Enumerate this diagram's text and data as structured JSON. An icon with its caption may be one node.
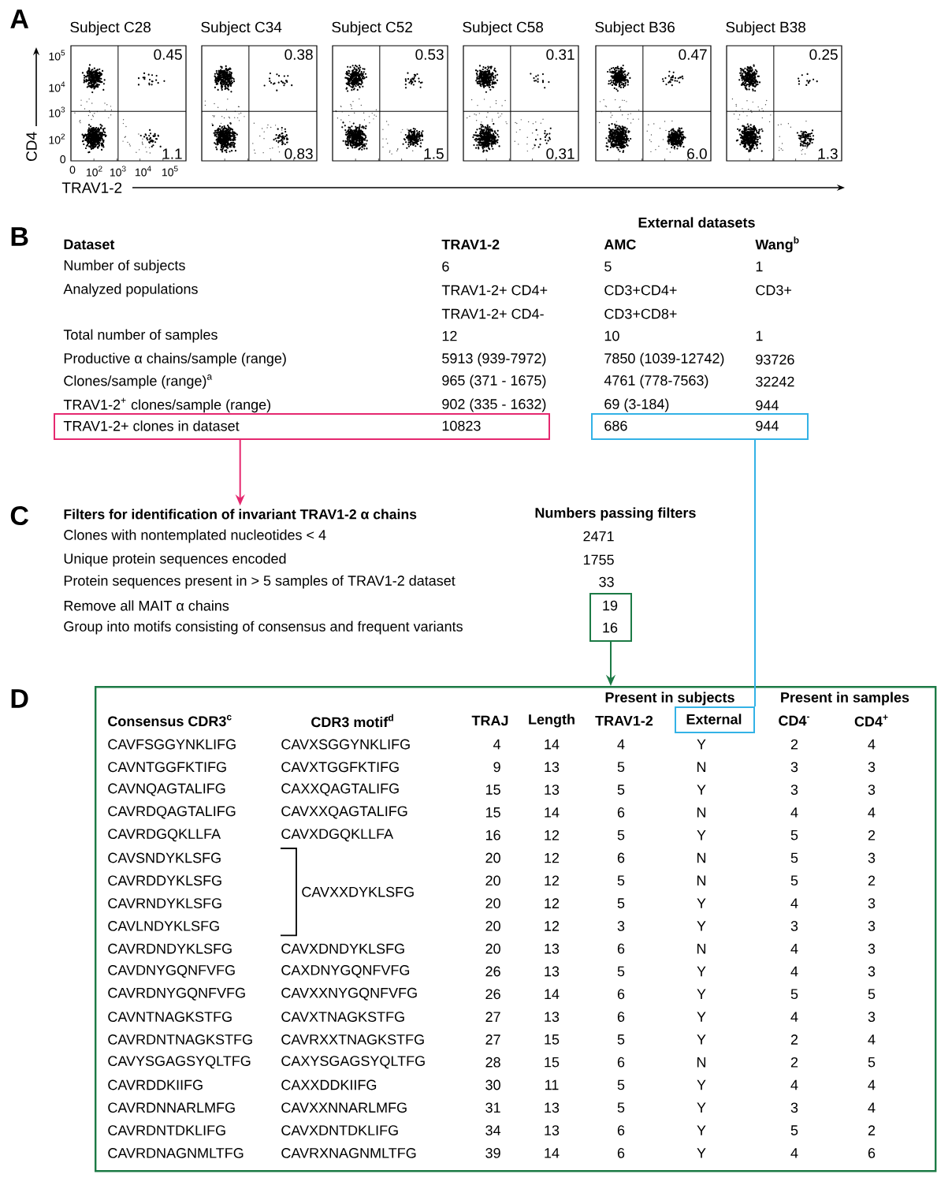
{
  "diagram": {
    "nodes": [
      {
        "text": [
          "TRAV1-2+ clones in dataset",
          "10823"
        ]
      },
      {
        "text": [
          "686",
          "944"
        ]
      },
      {
        "text": [
          "Filters for identification of invariant TRAV1-2 α chains"
        ]
      },
      {
        "text": [
          "19",
          "16"
        ]
      },
      {
        "text": [],
        "shape": "box"
      },
      {
        "text": [
          "External"
        ],
        "in": 4
      }
    ],
    "edges": [
      {
        "from": 0,
        "to": 2,
        "arrow": "to",
        "color": "#e5286f"
      },
      {
        "from": 1,
        "to": 5,
        "arrow": "none",
        "color": "#33b2e6"
      },
      {
        "from": 3,
        "to": 4,
        "arrow": "to",
        "color": "#1c7a45"
      }
    ],
    "labels": [
      "A",
      "Subject C28",
      "Subject C34",
      "Subject C52",
      "Subject C58",
      "Subject B36",
      "Subject B38",
      "0.45",
      "1.1",
      "0.38",
      "0.83",
      "0.53",
      "1.5",
      "0.31",
      "0.31",
      "0.47",
      "6.0",
      "0.25",
      "1.3",
      "10$^{5}$",
      "10$^{4}$",
      "10$^{3}$",
      "10$^{2}$",
      "0",
      "0",
      "10$^{2}$",
      "10$^{3}$",
      "10$^{4}$",
      "10$^{5}$",
      "CD4",
      "TRAV1-2",
      "B",
      "External datasets",
      "Dataset",
      "TRAV1-2",
      "AMC",
      "Wang$^{b}$",
      "Number of subjects",
      "6",
      "5",
      "1",
      "Analyzed populations",
      "TRAV1-2+ CD4+",
      "CD3+CD4+",
      "CD3+",
      "TRAV1-2+ CD4-",
      "CD3+CD8+",
      "Total number of samples",
      "12",
      "10",
      "1",
      "Productive α chains/sample (range)",
      "5913 (939-7972)",
      "7850 (1039-12742)",
      "93726",
      "Clones/sample (range)$^{a}$",
      "965 (371 - 1675)",
      "4761 (778-7563)",
      "32242",
      "TRAV1-2$^{+}$ clones/sample (range)",
      "902 (335 - 1632)",
      "69 (3-184)",
      "944",
      "C",
      "Numbers passing filters",
      "Clones with nontemplated nucleotides < 4",
      "2471",
      "Unique protein sequences encoded",
      "1755",
      "Protein sequences present in > 5 samples of TRAV1-2 dataset",
      "33",
      "Remove all MAIT α chains",
      "Group into motifs consisting of consensus and frequent variants",
      "D",
      "Present in subjects",
      "Present in samples",
      "Consensus CDR3$^{c}$",
      "CDR3 motif$^{d}$",
      "TRAJ",
      "Length",
      "TRAV1-2",
      "CD4$^{-}$",
      "CD4$^{+}$",
      "CAVFSGGYNKLIFG",
      "CAVXSGGYNKLIFG",
      "4",
      "14",
      "4",
      "Y",
      "2",
      "4",
      "CAVNTGGFKTIFG",
      "CAVXTGGFKTIFG",
      "9",
      "13",
      "5",
      "N",
      "3",
      "3",
      "CAVNQAGTALIFG",
      "CAXXQAGTALIFG",
      "15",
      "13",
      "5",
      "Y",
      "3",
      "3",
      "CAVRDQAGTALIFG",
      "CAVXXQAGTALIFG",
      "15",
      "14",
      "6",
      "N",
      "4",
      "4",
      "CAVRDGQKLLFA",
      "CAVXDGQKLLFA",
      "16",
      "12",
      "5",
      "Y",
      "5",
      "2",
      "CAVSNDYKLSFG",
      "CAVXXDYKLSFG",
      "20",
      "12",
      "6",
      "N",
      "5",
      "3",
      "CAVRDDYKLSFG",
      "20",
      "12",
      "5",
      "N",
      "5",
      "2",
      "CAVRNDYKLSFG",
      "20",
      "12",
      "5",
      "Y",
      "4",
      "3",
      "CAVLNDYKLSFG",
      "20",
      "12",
      "3",
      "Y",
      "3",
      "3",
      "CAVRDNDYKLSFG",
      "CAVXDNDYKLSFG",
      "20",
      "13",
      "6",
      "N",
      "4",
      "3",
      "CAVDNYGQNFVFG",
      "CAXDNYGQNFVFG",
      "26",
      "13",
      "5",
      "Y",
      "4",
      "3",
      "CAVRDNYGQNFVFG",
      "CAVXXNYGQNFVFG",
      "26",
      "14",
      "6",
      "Y",
      "5",
      "5",
      "CAVNTNAGKSTFG",
      "CAVXTNAGKSTFG",
      "27",
      "13",
      "6",
      "Y",
      "4",
      "3",
      "CAVRDNTNAGKSTFG",
      "CAVRXXTNAGKSTFG",
      "27",
      "15",
      "5",
      "Y",
      "2",
      "4",
      "CAVYSGAGSYQLTFG",
      "CAXYSGAGSYQLTFG",
      "28",
      "15",
      "6",
      "N",
      "2",
      "5",
      "CAVRDDKIIFG",
      "CAXXDDKIIFG",
      "30",
      "11",
      "5",
      "Y",
      "4",
      "4",
      "CAVRDNNARLMFG",
      "CAVXXNNARLMFG",
      "31",
      "13",
      "5",
      "Y",
      "3",
      "4",
      "CAVRDNTDKLIFG",
      "CAVXDNTDKLIFG",
      "34",
      "13",
      "6",
      "Y",
      "5",
      "2",
      "CAVRDNAGNMLTFG",
      "CAVRXNAGNMLTFG",
      "39",
      "14",
      "6",
      "Y",
      "4",
      "6"
    ]
  }
}
